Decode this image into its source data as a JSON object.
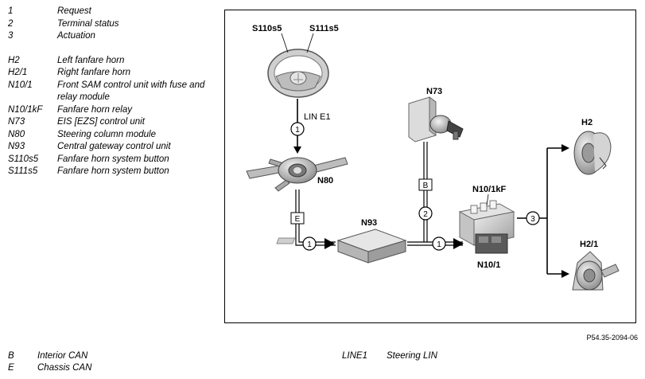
{
  "legend_numbers": [
    {
      "code": "1",
      "desc": "Request"
    },
    {
      "code": "2",
      "desc": "Terminal status"
    },
    {
      "code": "3",
      "desc": "Actuation"
    }
  ],
  "legend_components": [
    {
      "code": "H2",
      "desc": "Left fanfare horn"
    },
    {
      "code": "H2/1",
      "desc": "Right fanfare horn"
    },
    {
      "code": "N10/1",
      "desc": "Front SAM control unit with fuse and relay module"
    },
    {
      "code": "N10/1kF",
      "desc": "Fanfare horn relay"
    },
    {
      "code": "N73",
      "desc": "EIS [EZS] control unit"
    },
    {
      "code": "N80",
      "desc": "Steering column module"
    },
    {
      "code": "N93",
      "desc": "Central gateway control unit"
    },
    {
      "code": "S110s5",
      "desc": "Fanfare horn system button"
    },
    {
      "code": "S111s5",
      "desc": "Fanfare horn system button"
    }
  ],
  "diagram": {
    "labels": {
      "s110s5": "S110s5",
      "s111s5": "S111s5",
      "lin_e1": "LIN E1",
      "n80": "N80",
      "n93": "N93",
      "n73": "N73",
      "n10_1kf": "N10/1kF",
      "n10_1": "N10/1",
      "h2": "H2",
      "h2_1": "H2/1"
    },
    "markers": {
      "one": "1",
      "two": "2",
      "three": "3",
      "bus_e": "E",
      "bus_b": "B"
    }
  },
  "reference": "P54.35-2094-06",
  "bottom_legend": {
    "b_code": "B",
    "b_desc": "Interior CAN",
    "e_code": "E",
    "e_desc": "Chassis CAN",
    "line_code": "LINE1",
    "line_desc": "Steering LIN"
  }
}
